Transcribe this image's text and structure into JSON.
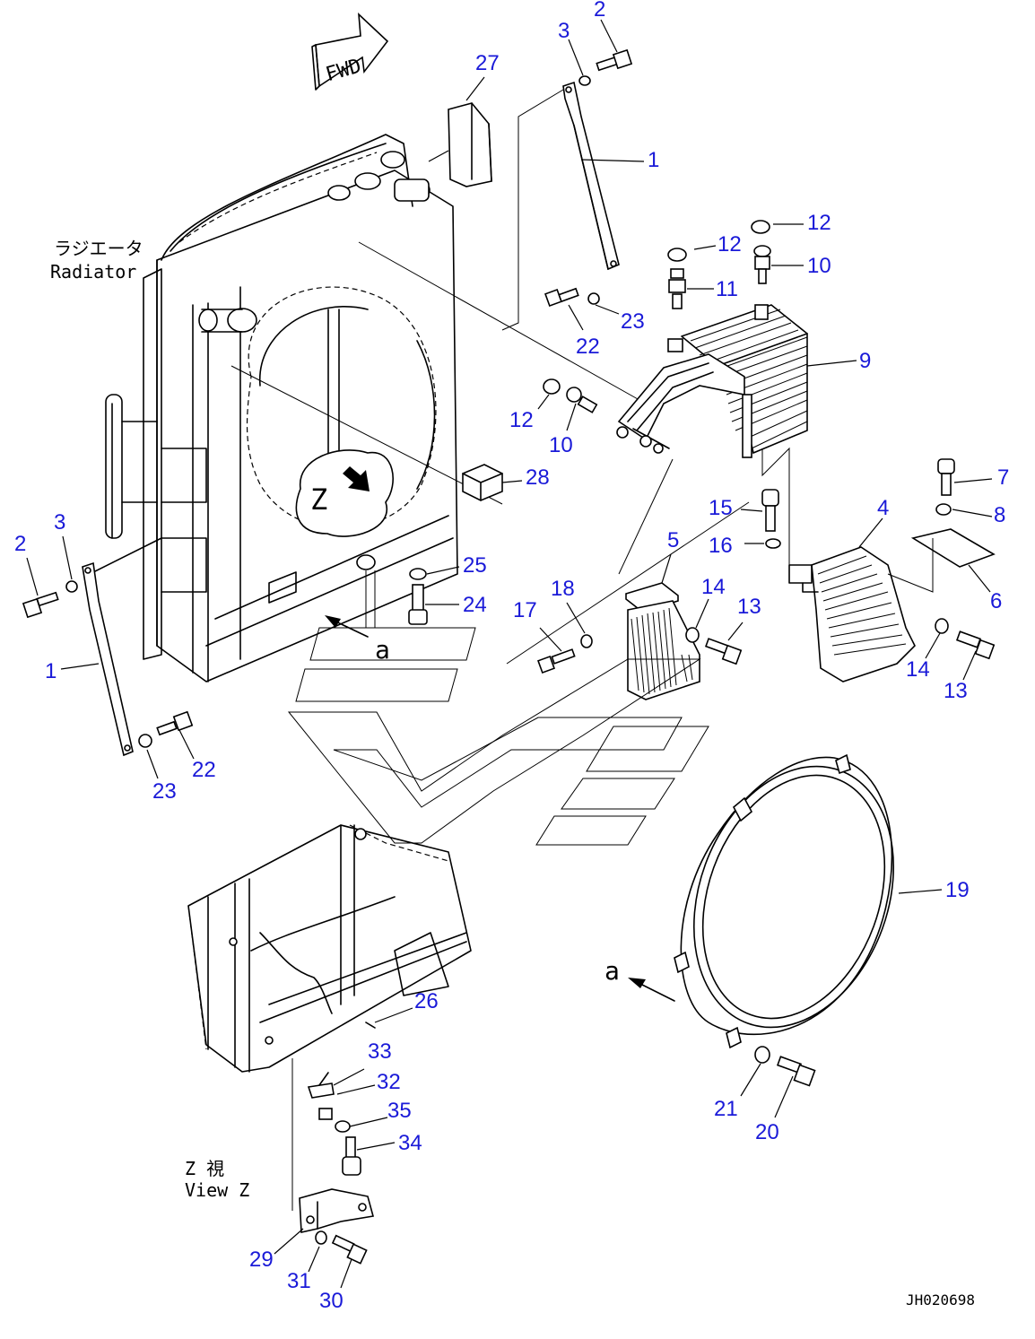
{
  "labels": {
    "fwd": "FWD",
    "radiator_jp": "ラジエータ",
    "radiator_en": "Radiator",
    "view_z_jp": "Z 視",
    "view_z_en": "View Z",
    "z_marker": "Z",
    "arrow_a": "a",
    "drawing_code": "JH020698"
  },
  "callouts": [
    {
      "id": "c2a",
      "text": "2"
    },
    {
      "id": "c3a",
      "text": "3"
    },
    {
      "id": "c27",
      "text": "27"
    },
    {
      "id": "c1a",
      "text": "1"
    },
    {
      "id": "c12a",
      "text": "12"
    },
    {
      "id": "c12b",
      "text": "12"
    },
    {
      "id": "c10a",
      "text": "10"
    },
    {
      "id": "c11",
      "text": "11"
    },
    {
      "id": "c23a",
      "text": "23"
    },
    {
      "id": "c22a",
      "text": "22"
    },
    {
      "id": "c9",
      "text": "9"
    },
    {
      "id": "c12c",
      "text": "12"
    },
    {
      "id": "c10b",
      "text": "10"
    },
    {
      "id": "c28",
      "text": "28"
    },
    {
      "id": "c7",
      "text": "7"
    },
    {
      "id": "c8",
      "text": "8"
    },
    {
      "id": "c15",
      "text": "15"
    },
    {
      "id": "c4",
      "text": "4"
    },
    {
      "id": "c16",
      "text": "16"
    },
    {
      "id": "c6",
      "text": "6"
    },
    {
      "id": "c5",
      "text": "5"
    },
    {
      "id": "c2b",
      "text": "2"
    },
    {
      "id": "c3b",
      "text": "3"
    },
    {
      "id": "c25",
      "text": "25"
    },
    {
      "id": "c24",
      "text": "24"
    },
    {
      "id": "c18",
      "text": "18"
    },
    {
      "id": "c14a",
      "text": "14"
    },
    {
      "id": "c13a",
      "text": "13"
    },
    {
      "id": "c17",
      "text": "17"
    },
    {
      "id": "c14b",
      "text": "14"
    },
    {
      "id": "c13b",
      "text": "13"
    },
    {
      "id": "c1b",
      "text": "1"
    },
    {
      "id": "c22b",
      "text": "22"
    },
    {
      "id": "c23b",
      "text": "23"
    },
    {
      "id": "c19",
      "text": "19"
    },
    {
      "id": "c26",
      "text": "26"
    },
    {
      "id": "c33",
      "text": "33"
    },
    {
      "id": "c32",
      "text": "32"
    },
    {
      "id": "c35",
      "text": "35"
    },
    {
      "id": "c34",
      "text": "34"
    },
    {
      "id": "c21",
      "text": "21"
    },
    {
      "id": "c20",
      "text": "20"
    },
    {
      "id": "c29",
      "text": "29"
    },
    {
      "id": "c31",
      "text": "31"
    },
    {
      "id": "c30",
      "text": "30"
    }
  ],
  "colors": {
    "callout": "#1a1ad8",
    "line": "#000000",
    "background": "#ffffff"
  }
}
